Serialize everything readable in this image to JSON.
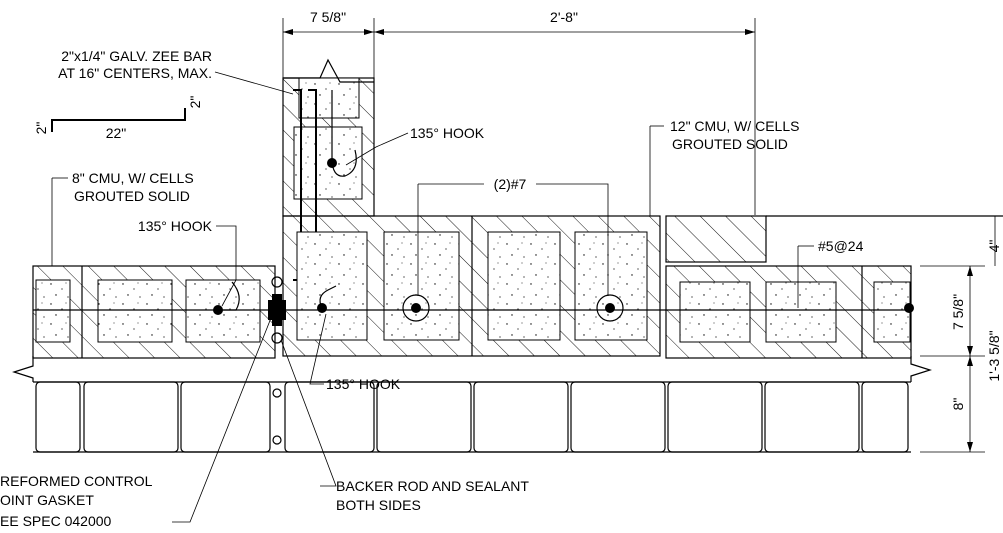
{
  "drawing": {
    "title_hidden": "",
    "dimensions": {
      "top_left": "7 5/8\"",
      "top_right": "2'-8\"",
      "right_4": "4\"",
      "right_7_5_8": "7 5/8\"",
      "right_1_3_5_8": "1'-3 5/8\"",
      "right_8": "8\""
    },
    "zee_bar": {
      "line1": "2\"x1/4\" GALV. ZEE BAR",
      "line2": "AT 16\" CENTERS, MAX.",
      "dim_left": "2\"",
      "dim_right": "2\"",
      "dim_bottom": "22\""
    },
    "callouts": {
      "hook_top": "135° HOOK",
      "cmu12_line1": "12\" CMU, W/ CELLS",
      "cmu12_line2": "GROUTED SOLID",
      "cmu8_line1": "8\" CMU, W/ CELLS",
      "cmu8_line2": "GROUTED SOLID",
      "rebar_7": "(2)#7",
      "hook_left": "135° HOOK",
      "rebar_5": "#5@24",
      "hook_bottom": "135° HOOK",
      "gasket_line1": "REFORMED CONTROL",
      "gasket_line2": "OINT GASKET",
      "gasket_line3": "EE SPEC 042000",
      "backer_line1": "BACKER ROD AND SEALANT",
      "backer_line2": "BOTH SIDES"
    }
  }
}
